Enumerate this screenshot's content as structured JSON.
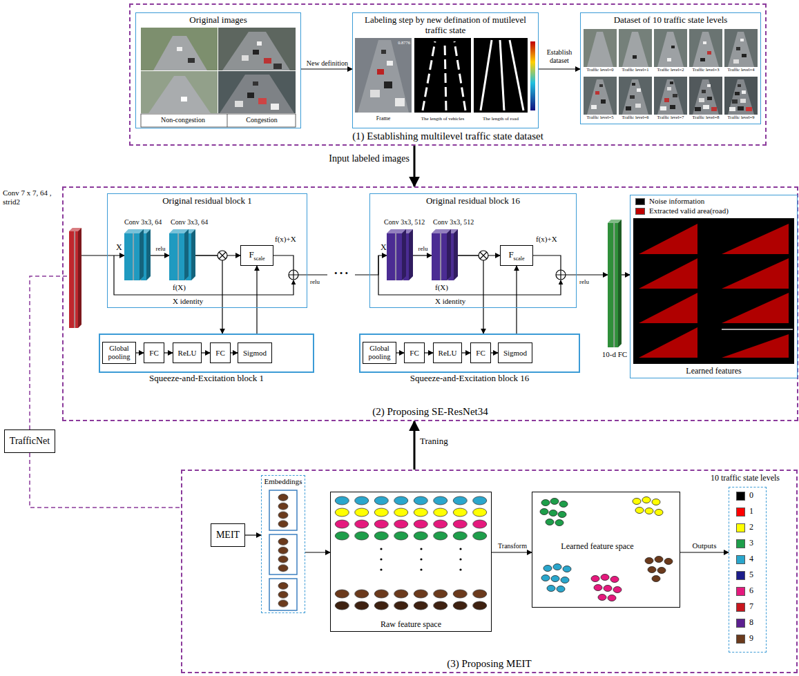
{
  "diagram": {
    "nodes": [
      {
        "text": [
          "(1) Establishing multilevel traffic state dataset"
        ]
      },
      {
        "text": [
          "Original images"
        ],
        "in": 0
      },
      {
        "text": [
          "Labeling step by new defination of mutilevel traffic state"
        ],
        "in": 0
      },
      {
        "text": [
          "Dataset of 10 traffic state levels"
        ],
        "in": 0
      },
      {
        "text": [
          "(2) Proposing SE-ResNet34"
        ]
      },
      {
        "text": [
          "Conv 7 x 7, 64 , strid2"
        ],
        "in": 4
      },
      {
        "text": [
          "Original residual block 1"
        ],
        "in": 4
      },
      {
        "text": [
          "Conv 3x3, 64"
        ],
        "in": 6
      },
      {
        "text": [
          "Conv 3x3, 64"
        ],
        "in": 6
      },
      {
        "text": [
          "F",
          "scale"
        ],
        "in": 6
      },
      {
        "text": [
          "Squeeze-and-Excitation block 1"
        ],
        "in": 4
      },
      {
        "text": [
          "Global pooling"
        ],
        "in": 10
      },
      {
        "text": [
          "FC"
        ],
        "in": 10
      },
      {
        "text": [
          "ReLU"
        ],
        "in": 10
      },
      {
        "text": [
          "FC"
        ],
        "in": 10
      },
      {
        "text": [
          "Sigmod"
        ],
        "in": 10
      },
      {
        "text": [
          "Original residual block 16"
        ],
        "in": 4
      },
      {
        "text": [
          "Conv 3x3, 512"
        ],
        "in": 16
      },
      {
        "text": [
          "Conv 3x3, 512"
        ],
        "in": 16
      },
      {
        "text": [
          "F",
          "scale"
        ],
        "in": 16
      },
      {
        "text": [
          "Squeeze-and-Excitation block 16"
        ],
        "in": 4
      },
      {
        "text": [
          "Global pooling"
        ],
        "in": 20
      },
      {
        "text": [
          "FC"
        ],
        "in": 20
      },
      {
        "text": [
          "ReLU"
        ],
        "in": 20
      },
      {
        "text": [
          "FC"
        ],
        "in": 20
      },
      {
        "text": [
          "Sigmod"
        ],
        "in": 20
      },
      {
        "text": [
          "10-d FC"
        ],
        "in": 4
      },
      {
        "text": [
          "Learned features"
        ],
        "in": 4
      },
      {
        "text": [
          "(3) Proposing MEIT"
        ]
      },
      {
        "text": [
          "MEIT"
        ],
        "in": 28
      },
      {
        "text": [
          "Embeddings"
        ],
        "in": 28
      },
      {
        "text": [
          "Raw feature space"
        ],
        "in": 28
      },
      {
        "text": [
          "Learned feature space"
        ],
        "in": 28
      },
      {
        "text": [
          "10 traffic state levels"
        ],
        "in": 28
      },
      {
        "text": [
          "TrafficNet"
        ]
      }
    ],
    "edges": [
      {
        "from": 1,
        "to": 2,
        "arrow": "to",
        "label": "New definition"
      },
      {
        "from": 2,
        "to": 3,
        "arrow": "to",
        "label": "Establish dataset"
      },
      {
        "from": 0,
        "to": 4,
        "arrow": "to",
        "label": "Input labeled images"
      },
      {
        "from": 5,
        "to": 7,
        "arrow": "to"
      },
      {
        "from": 7,
        "to": 8,
        "arrow": "to",
        "label": "relu"
      },
      {
        "from": 8,
        "to": 9,
        "arrow": "to"
      },
      {
        "from": 8,
        "to": 10,
        "arrow": "to"
      },
      {
        "from": 10,
        "to": 9,
        "arrow": "to"
      },
      {
        "from": 11,
        "to": 12,
        "arrow": "to"
      },
      {
        "from": 12,
        "to": 13,
        "arrow": "to"
      },
      {
        "from": 13,
        "to": 14,
        "arrow": "to"
      },
      {
        "from": 14,
        "to": 15,
        "arrow": "to"
      },
      {
        "from": 9,
        "to": 17,
        "arrow": "to"
      },
      {
        "from": 17,
        "to": 18,
        "arrow": "to",
        "label": "relu"
      },
      {
        "from": 18,
        "to": 19,
        "arrow": "to"
      },
      {
        "from": 18,
        "to": 20,
        "arrow": "to"
      },
      {
        "from": 20,
        "to": 19,
        "arrow": "to"
      },
      {
        "from": 21,
        "to": 22,
        "arrow": "to"
      },
      {
        "from": 22,
        "to": 23,
        "arrow": "to"
      },
      {
        "from": 23,
        "to": 24,
        "arrow": "to"
      },
      {
        "from": 24,
        "to": 25,
        "arrow": "to"
      },
      {
        "from": 19,
        "to": 26,
        "arrow": "to"
      },
      {
        "from": 26,
        "to": 27,
        "arrow": "to"
      },
      {
        "from": 28,
        "to": 4,
        "arrow": "to",
        "label": "Traning"
      },
      {
        "from": 34,
        "to": 5,
        "arrow": "none"
      },
      {
        "from": 34,
        "to": 28,
        "arrow": "none"
      },
      {
        "from": 29,
        "to": 30,
        "arrow": "to"
      },
      {
        "from": 30,
        "to": 31,
        "arrow": "to"
      },
      {
        "from": 31,
        "to": 32,
        "arrow": "to",
        "label": "Transform"
      },
      {
        "from": 32,
        "to": 33,
        "arrow": "to",
        "label": "Outputs"
      }
    ],
    "labels": [
      "Non-congestion",
      "Congestion",
      "0.8776",
      "Frame",
      "The length of vehicles",
      "The length of road",
      "Traffic level=0",
      "Traffic level=1",
      "Traffic level=2",
      "Traffic level=3",
      "Traffic level=4",
      "Traffic level=5",
      "Traffic level=6",
      "Traffic level=7",
      "Traffic level=8",
      "Traffic level=9",
      "X",
      "f(X)",
      "X identity",
      "f(x)+X",
      "relu",
      "• • •",
      "X",
      "f(X)",
      "X identity",
      "f(x)+X",
      "relu"
    ],
    "legend": [
      {
        "text": "Noise information",
        "color": "#000000"
      },
      {
        "text": "Extracted valid area(road)",
        "color": "#c00000"
      },
      {
        "text": "0",
        "color": "#000000"
      },
      {
        "text": "1",
        "color": "#ff0000"
      },
      {
        "text": "2",
        "color": "#ffff00"
      },
      {
        "text": "3",
        "color": "#1e9e4a"
      },
      {
        "text": "4",
        "color": "#2aa6cc"
      },
      {
        "text": "5",
        "color": "#1c1c8a"
      },
      {
        "text": "6",
        "color": "#e5197d"
      },
      {
        "text": "7",
        "color": "#c8161d"
      },
      {
        "text": "8",
        "color": "#5c1f8f"
      },
      {
        "text": "9",
        "color": "#6b3a1c"
      }
    ]
  }
}
